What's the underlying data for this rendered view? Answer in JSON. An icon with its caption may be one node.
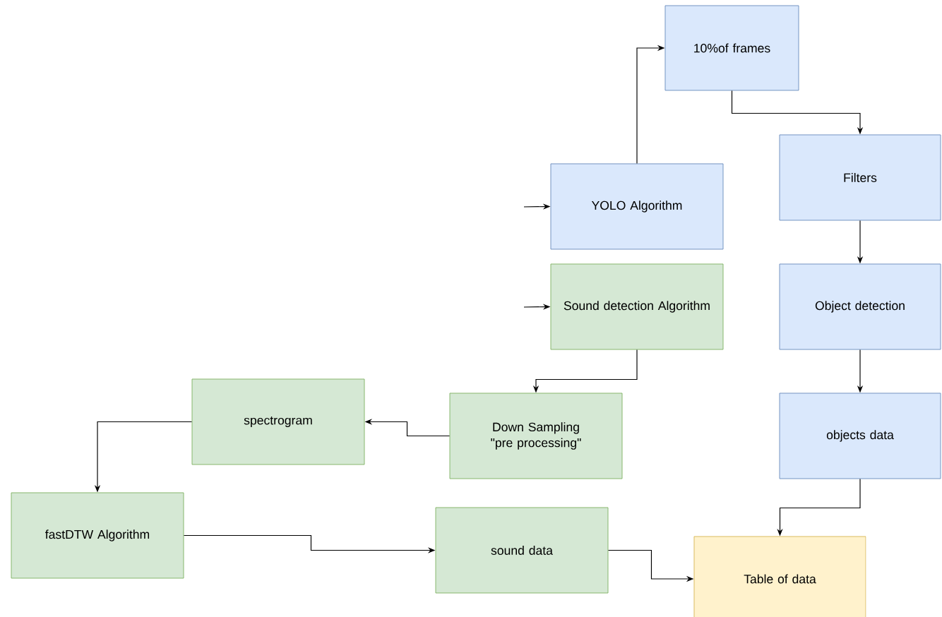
{
  "diagram": {
    "nodes": [
      {
        "text": [
          "10%of frames"
        ]
      },
      {
        "text": [
          "Filters"
        ]
      },
      {
        "text": [
          "YOLO Algorithm"
        ]
      },
      {
        "text": [
          "Object detection"
        ]
      },
      {
        "text": [
          "Sound detection Algorithm"
        ]
      },
      {
        "text": [
          "spectrogram"
        ]
      },
      {
        "text": [
          "Down Sampling \"pre processing\""
        ]
      },
      {
        "text": [
          "objects data"
        ]
      },
      {
        "text": [
          "fastDTW Algorithm"
        ]
      },
      {
        "text": [
          "sound data"
        ]
      },
      {
        "text": [
          "Table of data"
        ]
      }
    ],
    "edges": [
      {
        "from": null,
        "to": 2,
        "arrow": "to"
      },
      {
        "from": 2,
        "to": 0,
        "arrow": "to"
      },
      {
        "from": 0,
        "to": 1,
        "arrow": "to"
      },
      {
        "from": 1,
        "to": 3,
        "arrow": "to"
      },
      {
        "from": null,
        "to": 4,
        "arrow": "to"
      },
      {
        "from": 4,
        "to": 6,
        "arrow": "to"
      },
      {
        "from": 6,
        "to": 5,
        "arrow": "to"
      },
      {
        "from": 5,
        "to": 8,
        "arrow": "to"
      },
      {
        "from": 3,
        "to": 7,
        "arrow": "to"
      },
      {
        "from": 7,
        "to": 10,
        "arrow": "to"
      },
      {
        "from": 8,
        "to": 9,
        "arrow": "to"
      },
      {
        "from": 9,
        "to": 10,
        "arrow": "to"
      }
    ]
  }
}
